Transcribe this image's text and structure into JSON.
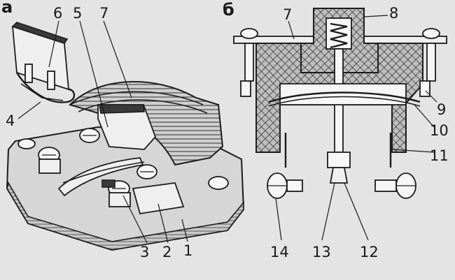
{
  "panels": {
    "left": {
      "letter": "а"
    },
    "right": {
      "letter": "б"
    }
  },
  "labels_left": [
    "6",
    "5",
    "7",
    "4",
    "3",
    "2",
    "1"
  ],
  "labels_right": [
    "7",
    "8",
    "9",
    "10",
    "11",
    "14",
    "13",
    "12"
  ]
}
